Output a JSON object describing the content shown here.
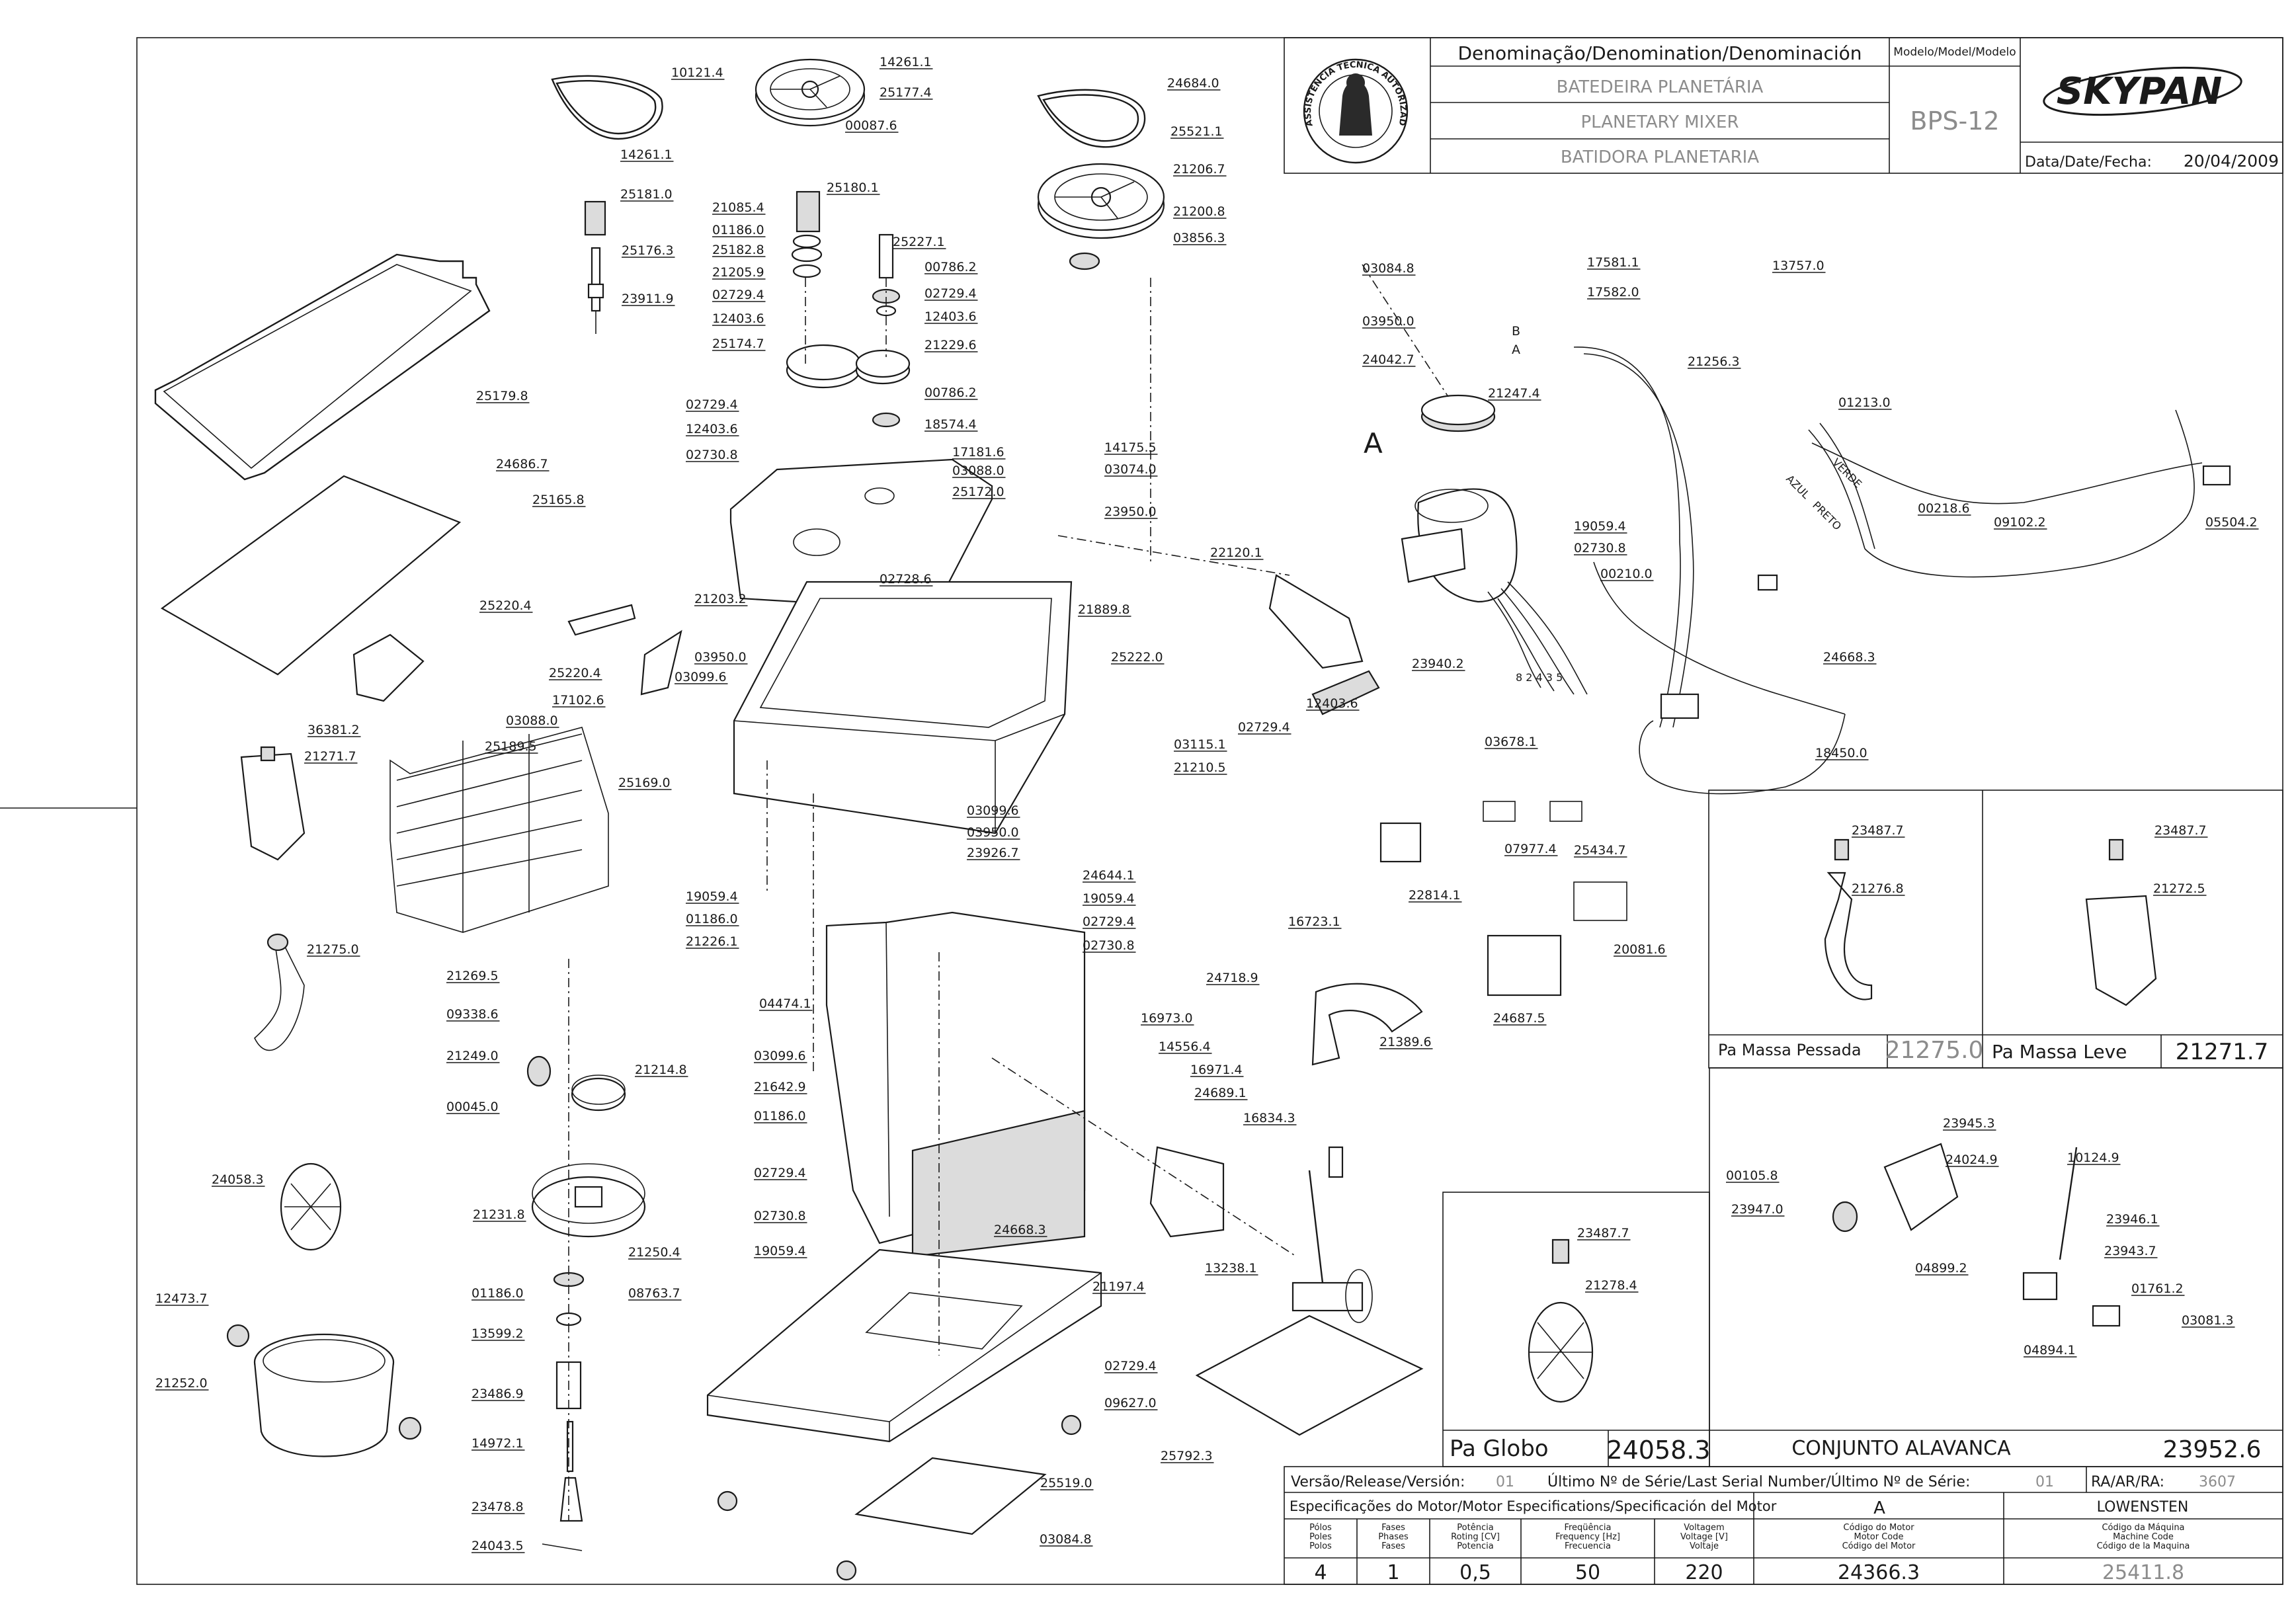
{
  "title_block": {
    "denomination_header": "Denominação/Denomination/Denominación",
    "name_pt": "BATEDEIRA PLANETÁRIA",
    "name_en": "PLANETARY MIXER",
    "name_es": "BATIDORA PLANETARIA",
    "model_header": "Modelo/Model/Modelo",
    "model_value": "BPS-12",
    "brand": "SKYPAN",
    "date_label": "Data/Date/Fecha:",
    "date_value": "20/04/2009",
    "seal_text": "ASSISTÊNCIA TÉCNICA AUTORIZADA"
  },
  "bottom_table": {
    "version_label": "Versão/Release/Versión:",
    "version_value": "01",
    "serial_label": "Último Nº de Série/Last Serial Number/Último Nº de Série:",
    "serial_value": "01",
    "ra_label": "RA/AR/RA:",
    "ra_value": "3607",
    "spec_label": "Especificações do Motor/Motor Especifications/Specificación del Motor",
    "motor_a": "A",
    "manufacturer": "LOWENSTEN",
    "columns": [
      {
        "header": [
          "Pólos",
          "Poles",
          "Polos"
        ],
        "value": "4"
      },
      {
        "header": [
          "Fases",
          "Phases",
          "Fases"
        ],
        "value": "1"
      },
      {
        "header": [
          "Potência",
          "Roting [CV]",
          "Potencia"
        ],
        "value": "0,5"
      },
      {
        "header": [
          "Freqüência",
          "Frequency [Hz]",
          "Frecuencia"
        ],
        "value": "50"
      },
      {
        "header": [
          "Voltagem",
          "Voltage [V]",
          "Voltaje"
        ],
        "value": "220"
      },
      {
        "header": [
          "Código do Motor",
          "Motor Code",
          "Código del Motor"
        ],
        "value": "24366.3"
      },
      {
        "header": [
          "Código da Máquina",
          "Machine Code",
          "Código de la Maquina"
        ],
        "value": "25411.8"
      }
    ]
  },
  "insets": {
    "pa_massa_pessada": {
      "title": "Pa Massa Pessada",
      "code": "21275.0",
      "parts": [
        "23487.7",
        "21276.8"
      ]
    },
    "pa_massa_leve": {
      "title": "Pa Massa Leve",
      "code": "21271.7",
      "parts": [
        "23487.7",
        "21272.5"
      ]
    },
    "pa_globo": {
      "title": "Pa Globo",
      "code": "24058.3",
      "parts": [
        "23487.7",
        "21278.4"
      ]
    },
    "conjunto_alavanca": {
      "title": "CONJUNTO ALAVANCA",
      "code": "23952.6",
      "parts": [
        "23945.3",
        "10124.9",
        "00105.8",
        "24024.9",
        "23947.0",
        "23946.1",
        "23943.7",
        "04899.2",
        "01761.2",
        "03081.3",
        "04894.1"
      ]
    }
  },
  "wire_labels": {
    "verde": "VERDE",
    "azul": "AZUL",
    "preto": "PRETO",
    "motor_a": "A",
    "term_a": "A",
    "term_b": "B",
    "wire_numbers": "8 2 4 3 5"
  },
  "callouts": [
    "10121.4",
    "14261.1",
    "25177.4",
    "24684.0",
    "00087.6",
    "25521.1",
    "21206.7",
    "14261.1",
    "25181.0",
    "21085.4",
    "25180.1",
    "01186.0",
    "25182.8",
    "21200.8",
    "03856.3",
    "25227.1",
    "21205.9",
    "25176.3",
    "00786.2",
    "02729.4",
    "23911.9",
    "12403.6",
    "02729.4",
    "12403.6",
    "25174.7",
    "21229.6",
    "25179.8",
    "00786.2",
    "02729.4",
    "18574.4",
    "12403.6",
    "02730.8",
    "17181.6",
    "14175.5",
    "03088.0",
    "03074.0",
    "24686.7",
    "25172.0",
    "25165.8",
    "23950.0",
    "22120.1",
    "21889.8",
    "02728.6",
    "25220.4",
    "21203.2",
    "03950.0",
    "25222.0",
    "25220.4",
    "03099.6",
    "17102.6",
    "36381.2",
    "03088.0",
    "25189.5",
    "21271.7",
    "25169.0",
    "03115.1",
    "21210.5",
    "03099.6",
    "03950.0",
    "23926.7",
    "24644.1",
    "19059.4",
    "19059.4",
    "01186.0",
    "02729.4",
    "21226.1",
    "02730.8",
    "21275.0",
    "21269.5",
    "04474.1",
    "09338.6",
    "21249.0",
    "21214.8",
    "00045.0",
    "03099.6",
    "21642.9",
    "01186.0",
    "24058.3",
    "02729.4",
    "21231.8",
    "02730.8",
    "19059.4",
    "21250.4",
    "01186.0",
    "08763.7",
    "12473.7",
    "13599.2",
    "21252.0",
    "23486.9",
    "14972.1",
    "23478.8",
    "24043.5",
    "03084.8",
    "03950.0",
    "24042.7",
    "17581.1",
    "17582.0",
    "13757.0",
    "21256.3",
    "21247.4",
    "01213.0",
    "19059.4",
    "02730.8",
    "00218.6",
    "05504.2",
    "00210.0",
    "09102.2",
    "24668.3",
    "23940.2",
    "12403.6",
    "02729.4",
    "03678.1",
    "18450.0",
    "07977.4",
    "25434.7",
    "22814.1",
    "20081.6",
    "16723.1",
    "24718.9",
    "24687.5",
    "21389.6",
    "16973.0",
    "14556.4",
    "16971.4",
    "24689.1",
    "16834.3",
    "24668.3",
    "13238.1",
    "21197.4",
    "02729.4",
    "09627.0",
    "25792.3",
    "25519.0",
    "03084.8"
  ]
}
